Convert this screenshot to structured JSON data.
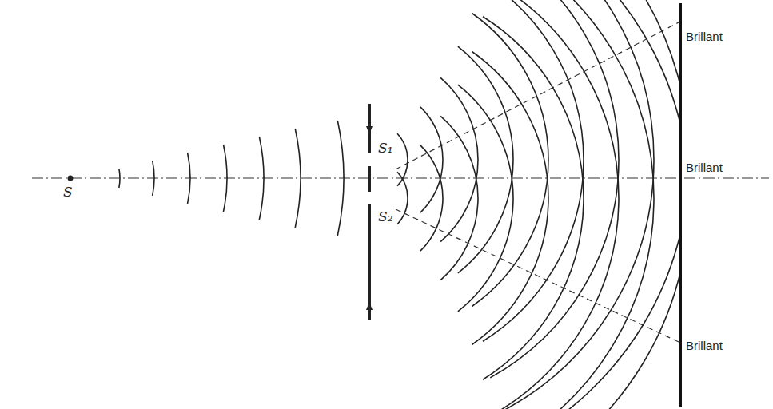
{
  "diagram": {
    "labels": [
      "S",
      "S₁",
      "S₂",
      "Brillant",
      "Brillant",
      "Brillant"
    ]
  }
}
